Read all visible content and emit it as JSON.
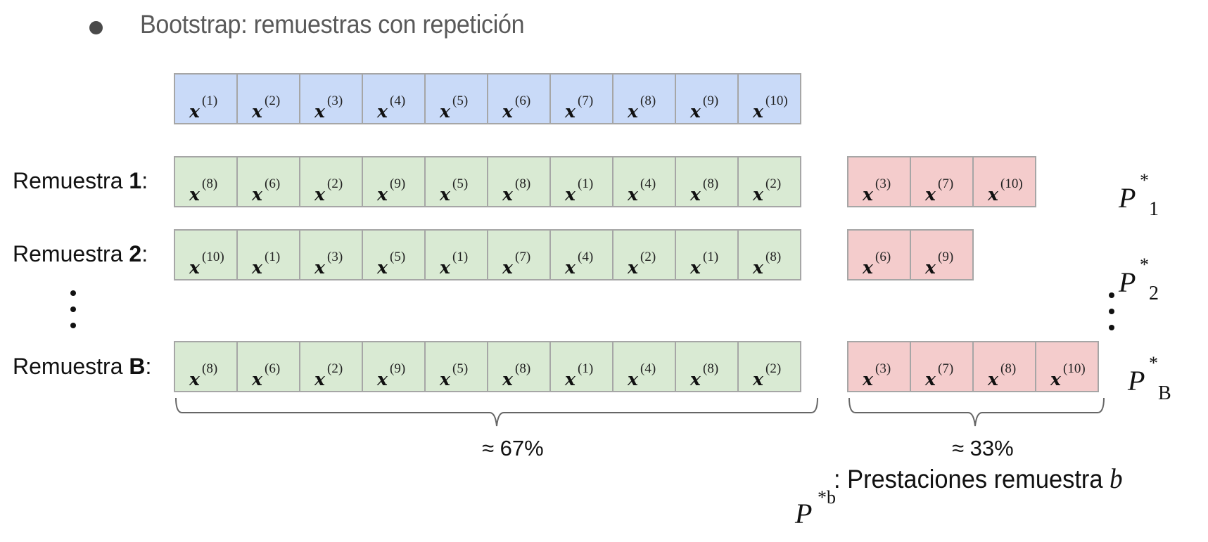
{
  "title": {
    "bullet": "●",
    "text": "Bootstrap: remuestras con repetición"
  },
  "colors": {
    "original": "#c9daf8",
    "in_bag": "#d9ead3",
    "out_of_bag": "#f4cccc",
    "border": "#a6a6a6"
  },
  "variable_symbol": "x",
  "original": {
    "cells": [
      "(1)",
      "(2)",
      "(3)",
      "(4)",
      "(5)",
      "(6)",
      "(7)",
      "(8)",
      "(9)",
      "(10)"
    ]
  },
  "resamples": [
    {
      "label_prefix": "Remuestra ",
      "label_index": "1",
      "label_suffix": ":",
      "in_bag": [
        "(8)",
        "(6)",
        "(2)",
        "(9)",
        "(5)",
        "(8)",
        "(1)",
        "(4)",
        "(8)",
        "(2)"
      ],
      "out_of_bag": [
        "(3)",
        "(7)",
        "(10)"
      ],
      "performance": {
        "symbol": "P",
        "star": "*",
        "sub": "1"
      }
    },
    {
      "label_prefix": "Remuestra ",
      "label_index": "2",
      "label_suffix": ":",
      "in_bag": [
        "(10)",
        "(1)",
        "(3)",
        "(5)",
        "(1)",
        "(7)",
        "(4)",
        "(2)",
        "(1)",
        "(8)"
      ],
      "out_of_bag": [
        "(6)",
        "(9)"
      ],
      "performance": {
        "symbol": "P",
        "star": "*",
        "sub": "2"
      }
    },
    {
      "label_prefix": "Remuestra ",
      "label_index": "B",
      "label_suffix": ":",
      "in_bag": [
        "(8)",
        "(6)",
        "(2)",
        "(9)",
        "(5)",
        "(8)",
        "(1)",
        "(4)",
        "(8)",
        "(2)"
      ],
      "out_of_bag": [
        "(3)",
        "(7)",
        "(8)",
        "(10)"
      ],
      "performance": {
        "symbol": "P",
        "star": "*",
        "sub": "B"
      }
    }
  ],
  "braces": {
    "in_bag_label": "≈ 67%",
    "out_of_bag_label": "≈ 33%"
  },
  "legend": {
    "symbol": "P",
    "superscript": "*b",
    "text": ": Prestaciones remuestra ",
    "var": "b"
  }
}
